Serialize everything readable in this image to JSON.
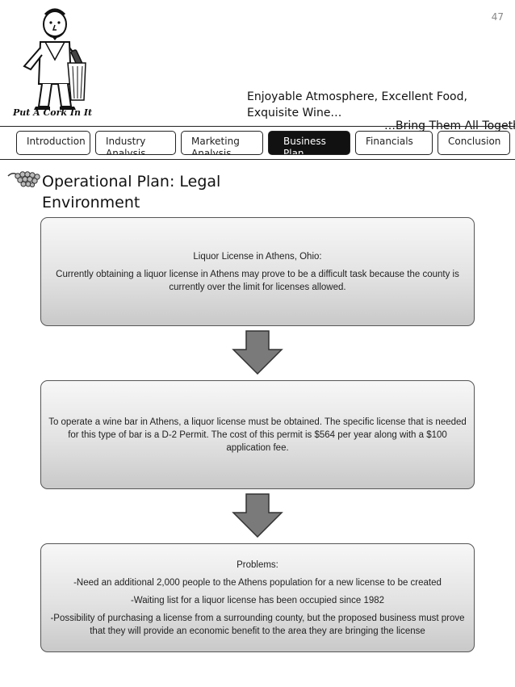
{
  "page": {
    "number": "47"
  },
  "header": {
    "logo_caption": "Put A Cork In It",
    "tagline": "Enjoyable Atmosphere, Excellent Food, Exquisite Wine…",
    "tagline_tail": "…Bring Them All Together"
  },
  "nav": {
    "tabs": [
      {
        "label": "Introduction"
      },
      {
        "label": "Industry Analysis"
      },
      {
        "label": "Marketing Analysis"
      },
      {
        "label": "Business Plan",
        "active": true
      },
      {
        "label": "Financials"
      },
      {
        "label": "Conclusion"
      }
    ]
  },
  "section": {
    "title": "Operational Plan: Legal Environment"
  },
  "flow": {
    "box1": {
      "heading": "Liquor License in Athens, Ohio:",
      "text": "Currently obtaining a liquor license in Athens may prove to be a difficult task because the county is currently over the limit for licenses allowed."
    },
    "box2": {
      "text": "To operate a wine bar in Athens, a liquor license must be obtained. The specific license that is needed for this type of bar is a D-2 Permit. The cost of this permit is $564 per year along with a $100 application fee."
    },
    "box3": {
      "heading": "Problems:",
      "items": [
        "-Need an additional 2,000 people to the Athens population for a new license to be created",
        "-Waiting list for a liquor license has been occupied since 1982",
        "-Possibility of purchasing a license from a surrounding county, but the proposed business must prove that they will provide an economic benefit to the area they are bringing the license"
      ]
    }
  },
  "colors": {
    "tab_active_bg": "#111111",
    "arrow_fill": "#7a7a7a",
    "box_border": "#555555"
  }
}
